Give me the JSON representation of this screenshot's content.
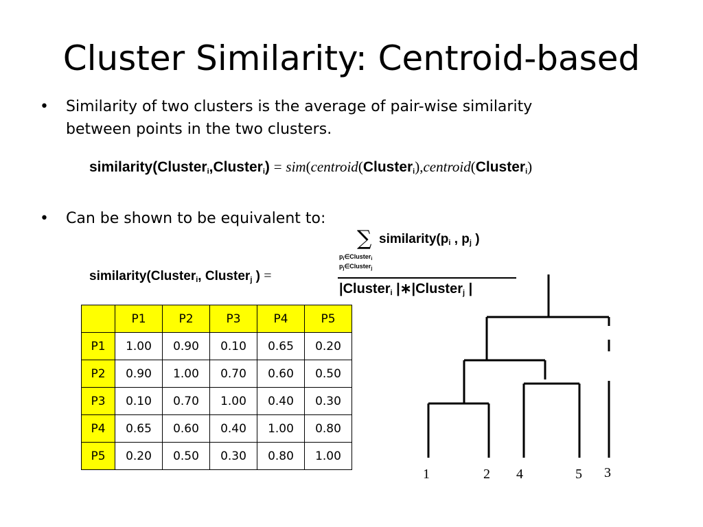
{
  "slide": {
    "title": "Cluster Similarity: Centroid-based",
    "bullets": [
      {
        "marker": "•",
        "line1": "Similarity of two clusters is the average of pair-wise similarity",
        "line2": "between points in the two clusters."
      },
      {
        "marker": "•",
        "line1": "Can be shown to be equivalent to:"
      }
    ],
    "formula1": {
      "lhs": "similarity(Cluster",
      "sub1": "i",
      "comma": ",Cluster",
      "sub2": "i",
      "close": ")",
      "eq": "=",
      "sim": "sim",
      "open1": "(",
      "centroid1": "centroid",
      "open2": "(",
      "arg1": "Cluster",
      "arg1_sub": "i",
      "mid": "),",
      "centroid2": "centroid",
      "open3": "(",
      "arg2": "Cluster",
      "arg2_sub": "i",
      "end": ")"
    },
    "formula2": {
      "lhs": "similarity(Cluster",
      "sub1": "i",
      "comma": ", Cluster",
      "sub2": "j",
      "close": " )",
      "eq": "=",
      "sigma": "∑",
      "numerator": "similarity(p",
      "num_sub1": "i",
      "num_comma": " , p",
      "num_sub2": "j",
      "num_close": " )",
      "cond1_p": "p",
      "cond1_sub": "i",
      "cond1_rest": "∈Cluster",
      "cond1_sub2": "i",
      "cond2_p": "p",
      "cond2_sub": "j",
      "cond2_rest": "∈Cluster",
      "cond2_sub2": "j",
      "den_a": "|Cluster",
      "den_sub1": "i",
      "den_mid": " |",
      "den_star": "∗",
      "den_b": "|Cluster",
      "den_sub2": "j",
      "den_end": " |"
    },
    "table": {
      "headers": [
        "P1",
        "P2",
        "P3",
        "P4",
        "P5"
      ],
      "rows": [
        {
          "label": "P1",
          "values": [
            "1.00",
            "0.90",
            "0.10",
            "0.65",
            "0.20"
          ]
        },
        {
          "label": "P2",
          "values": [
            "0.90",
            "1.00",
            "0.70",
            "0.60",
            "0.50"
          ]
        },
        {
          "label": "P3",
          "values": [
            "0.10",
            "0.70",
            "1.00",
            "0.40",
            "0.30"
          ]
        },
        {
          "label": "P4",
          "values": [
            "0.65",
            "0.60",
            "0.40",
            "1.00",
            "0.80"
          ]
        },
        {
          "label": "P5",
          "values": [
            "0.20",
            "0.50",
            "0.30",
            "0.80",
            "1.00"
          ]
        }
      ],
      "header_color": "#ffff00"
    },
    "dendrogram": {
      "leaf_labels": [
        "1",
        "2",
        "4",
        "5",
        "3"
      ]
    }
  }
}
